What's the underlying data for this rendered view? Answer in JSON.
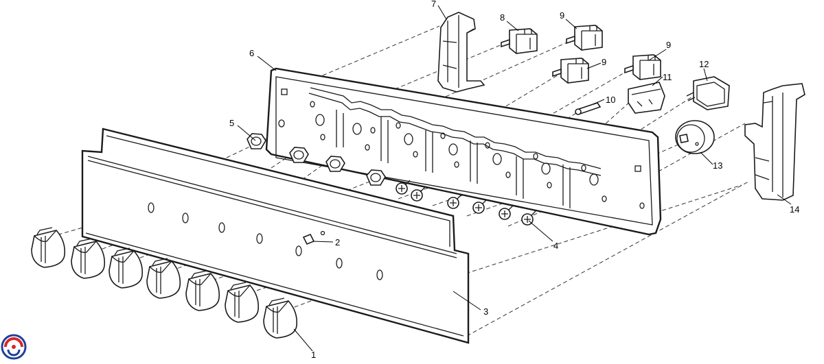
{
  "diagram": {
    "callouts": [
      {
        "id": "c1",
        "text": "1"
      },
      {
        "id": "c2",
        "text": "2"
      },
      {
        "id": "c3",
        "text": "3"
      },
      {
        "id": "c4",
        "text": "4"
      },
      {
        "id": "c5",
        "text": "5"
      },
      {
        "id": "c6",
        "text": "6"
      },
      {
        "id": "c7",
        "text": "7"
      },
      {
        "id": "c8",
        "text": "8"
      },
      {
        "id": "c9a",
        "text": "9"
      },
      {
        "id": "c9b",
        "text": "9"
      },
      {
        "id": "c9c",
        "text": "9"
      },
      {
        "id": "c10",
        "text": "10"
      },
      {
        "id": "c11",
        "text": "11"
      },
      {
        "id": "c12",
        "text": "12"
      },
      {
        "id": "c13",
        "text": "13"
      },
      {
        "id": "c14",
        "text": "14"
      }
    ],
    "colors": {
      "logo_red": "#d7262f",
      "logo_blue": "#1f3f9a",
      "line": "#1a1a1a"
    }
  }
}
